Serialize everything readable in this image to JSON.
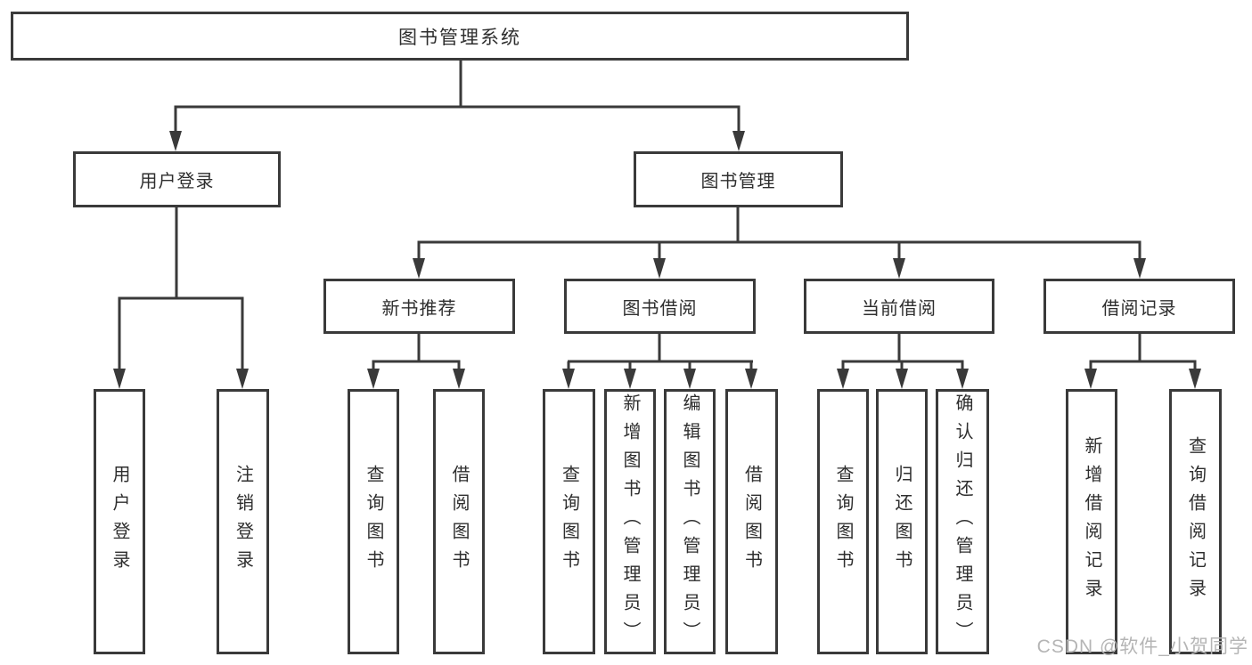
{
  "diagram_title": "图书管理系统",
  "watermark": "CSDN @软件_小贺同学",
  "colors": {
    "line": "#3a3a3a",
    "text": "#2e2e2e",
    "background": "#ffffff",
    "watermark": "#b5b5b5"
  },
  "tree": {
    "root": {
      "label": "图书管理系统"
    },
    "level2": [
      {
        "label": "用户登录"
      },
      {
        "label": "图书管理"
      }
    ],
    "level3": [
      {
        "label": "新书推荐"
      },
      {
        "label": "图书借阅"
      },
      {
        "label": "当前借阅"
      },
      {
        "label": "借阅记录"
      }
    ],
    "leaves": {
      "user_login": [
        {
          "label": "用户登录"
        },
        {
          "label": "注销登录"
        }
      ],
      "new_book_recommendation": [
        {
          "label": "查询图书"
        },
        {
          "label": "借阅图书"
        }
      ],
      "book_borrowing": [
        {
          "label": "查询图书"
        },
        {
          "label": "新增图书（管理员）"
        },
        {
          "label": "编辑图书（管理员）"
        },
        {
          "label": "借阅图书"
        }
      ],
      "current_borrowing": [
        {
          "label": "查询图书"
        },
        {
          "label": "归还图书"
        },
        {
          "label": "确认归还（管理员）"
        }
      ],
      "borrowing_records": [
        {
          "label": "新增借阅记录"
        },
        {
          "label": "查询借阅记录"
        }
      ]
    }
  }
}
